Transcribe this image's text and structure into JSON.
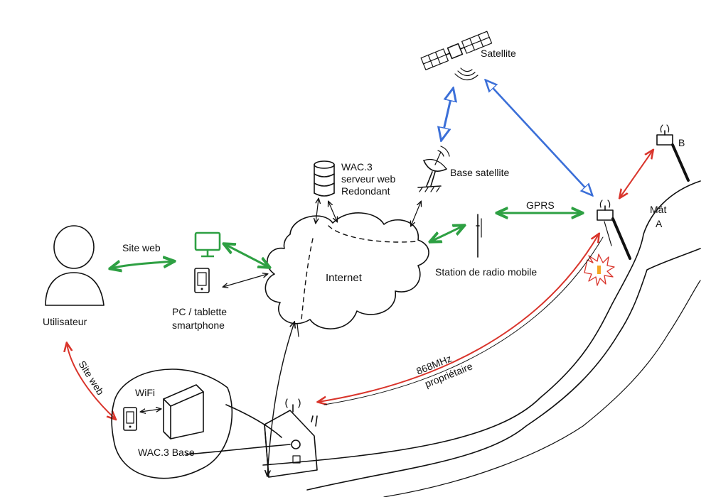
{
  "labels": {
    "satellite": "Satellite",
    "base_satellite": "Base satellite",
    "server_line1": "WAC.3",
    "server_line2": "serveur web",
    "server_line3": "Redondant",
    "gprs": "GPRS",
    "mast_a_line1": "Mât",
    "mast_a_line2": "A",
    "mast_b": "B",
    "site_web_top": "Site web",
    "internet": "Internet",
    "station": "Station de radio mobile",
    "pc_line1": "PC / tablette",
    "pc_line2": "smartphone",
    "user": "Utilisateur",
    "site_web_side": "Site web",
    "wifi": "WiFi",
    "base": "WAC.3 Base",
    "freq_line1": "868MHz",
    "freq_line2": "propriétaire"
  },
  "colors": {
    "ink": "#111111",
    "link_green": "#2ea043",
    "link_blue": "#3b6fd8",
    "link_red": "#d9342b",
    "alert_orange": "#f5a623"
  },
  "icons": [
    "satellite-icon",
    "satellite-dish-icon",
    "database-icon",
    "monitor-icon",
    "smartphone-icon",
    "user-icon",
    "antenna-icon",
    "house-icon",
    "router-box-icon",
    "mobile-station-icon"
  ]
}
